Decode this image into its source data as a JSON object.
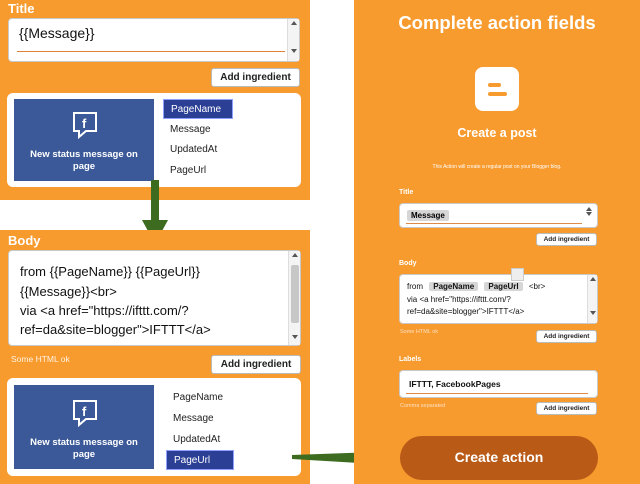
{
  "left_top": {
    "title_label": "Title",
    "title_value": "{{Message}}",
    "add_ingredient": "Add ingredient",
    "tile_text": "New status message on page",
    "items": [
      "PageName",
      "Message",
      "UpdatedAt",
      "PageUrl"
    ]
  },
  "left_bottom": {
    "body_label": "Body",
    "body_lines": [
      "from {{PageName}} {{PageUrl}}",
      "{{Message}}<br>",
      "via <a href=\"https://ifttt.com/?",
      "ref=da&site=blogger\">IFTTT</a>"
    ],
    "note": "Some HTML ok",
    "add_ingredient": "Add ingredient",
    "tile_text": "New status message on page",
    "items": [
      "PageName",
      "Message",
      "UpdatedAt",
      "PageUrl"
    ]
  },
  "right": {
    "heading": "Complete action fields",
    "service_title": "Create a post",
    "description": "This Action will create a regular post on your Blogger blog.",
    "title_label": "Title",
    "title_pill": "Message",
    "body_label": "Body",
    "body_line1_prefix": "from",
    "body_pill1": "PageName",
    "body_pill2": "PageUrl",
    "body_line1_suffix": "<br>",
    "body_line2": "via <a href=\"https://ifttt.com/?",
    "body_line3": "ref=da&site=blogger\">IFTTT</a>",
    "body_note": "Some HTML ok",
    "labels_label": "Labels",
    "labels_value": "IFTTT, FacebookPages",
    "labels_note": "Comma separated",
    "add_ingredient": "Add ingredient",
    "create_action": "Create action"
  },
  "colors": {
    "orange": "#f79b2f",
    "dark_orange": "#b95a17",
    "facebook_blue": "#3b5998",
    "selected_item": "#2b3f95",
    "arrow_green": "#3d6b1f"
  }
}
